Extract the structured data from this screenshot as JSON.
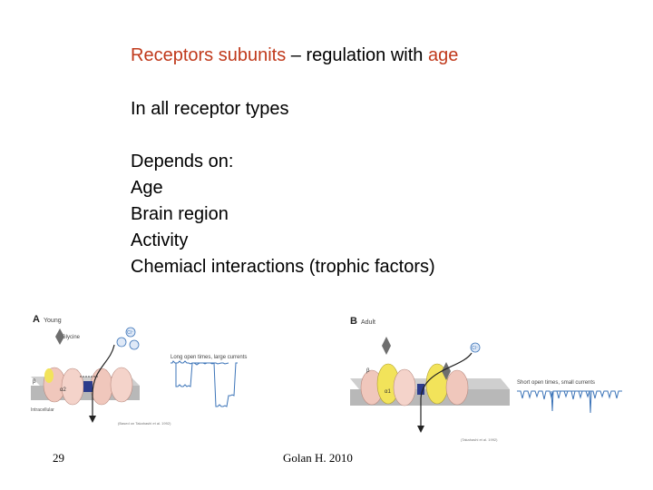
{
  "slide": {
    "title": {
      "part1": "Receptors subunits",
      "part2": " – regulation with ",
      "part3": "age"
    },
    "line1": "In all receptor types",
    "depends_heading": "Depends on:",
    "factors": [
      "Age",
      "Brain region",
      "Activity",
      "Chemiacl interactions (trophic factors)"
    ],
    "slide_number": "29",
    "footer_credit": "Golan H. 2010"
  },
  "figure": {
    "left_panel": {
      "letter": "A",
      "label": "Young",
      "glycine": "Glycine",
      "beta": "β",
      "alpha": "α2",
      "intracellular": "Intracellular",
      "current_label": "Long open times, large currents",
      "source": "(Based on Takahashi et al. 1992)"
    },
    "right_panel": {
      "letter": "B",
      "label": "Adult",
      "beta": "β",
      "alpha": "α1",
      "current_label": "Short open times, small currents",
      "source": "(Takahashi et al. 1992)"
    },
    "ion": "Cl⁻",
    "colors": {
      "accent": "#c0391b",
      "trace": "#3c74b8",
      "membrane": "#b8b8b8",
      "pink_subunit": "#f0c7bc",
      "yellow_subunit": "#f2e35a",
      "channel_blue": "#2c3c8c",
      "arrow_gray": "#6e6e6e"
    }
  }
}
